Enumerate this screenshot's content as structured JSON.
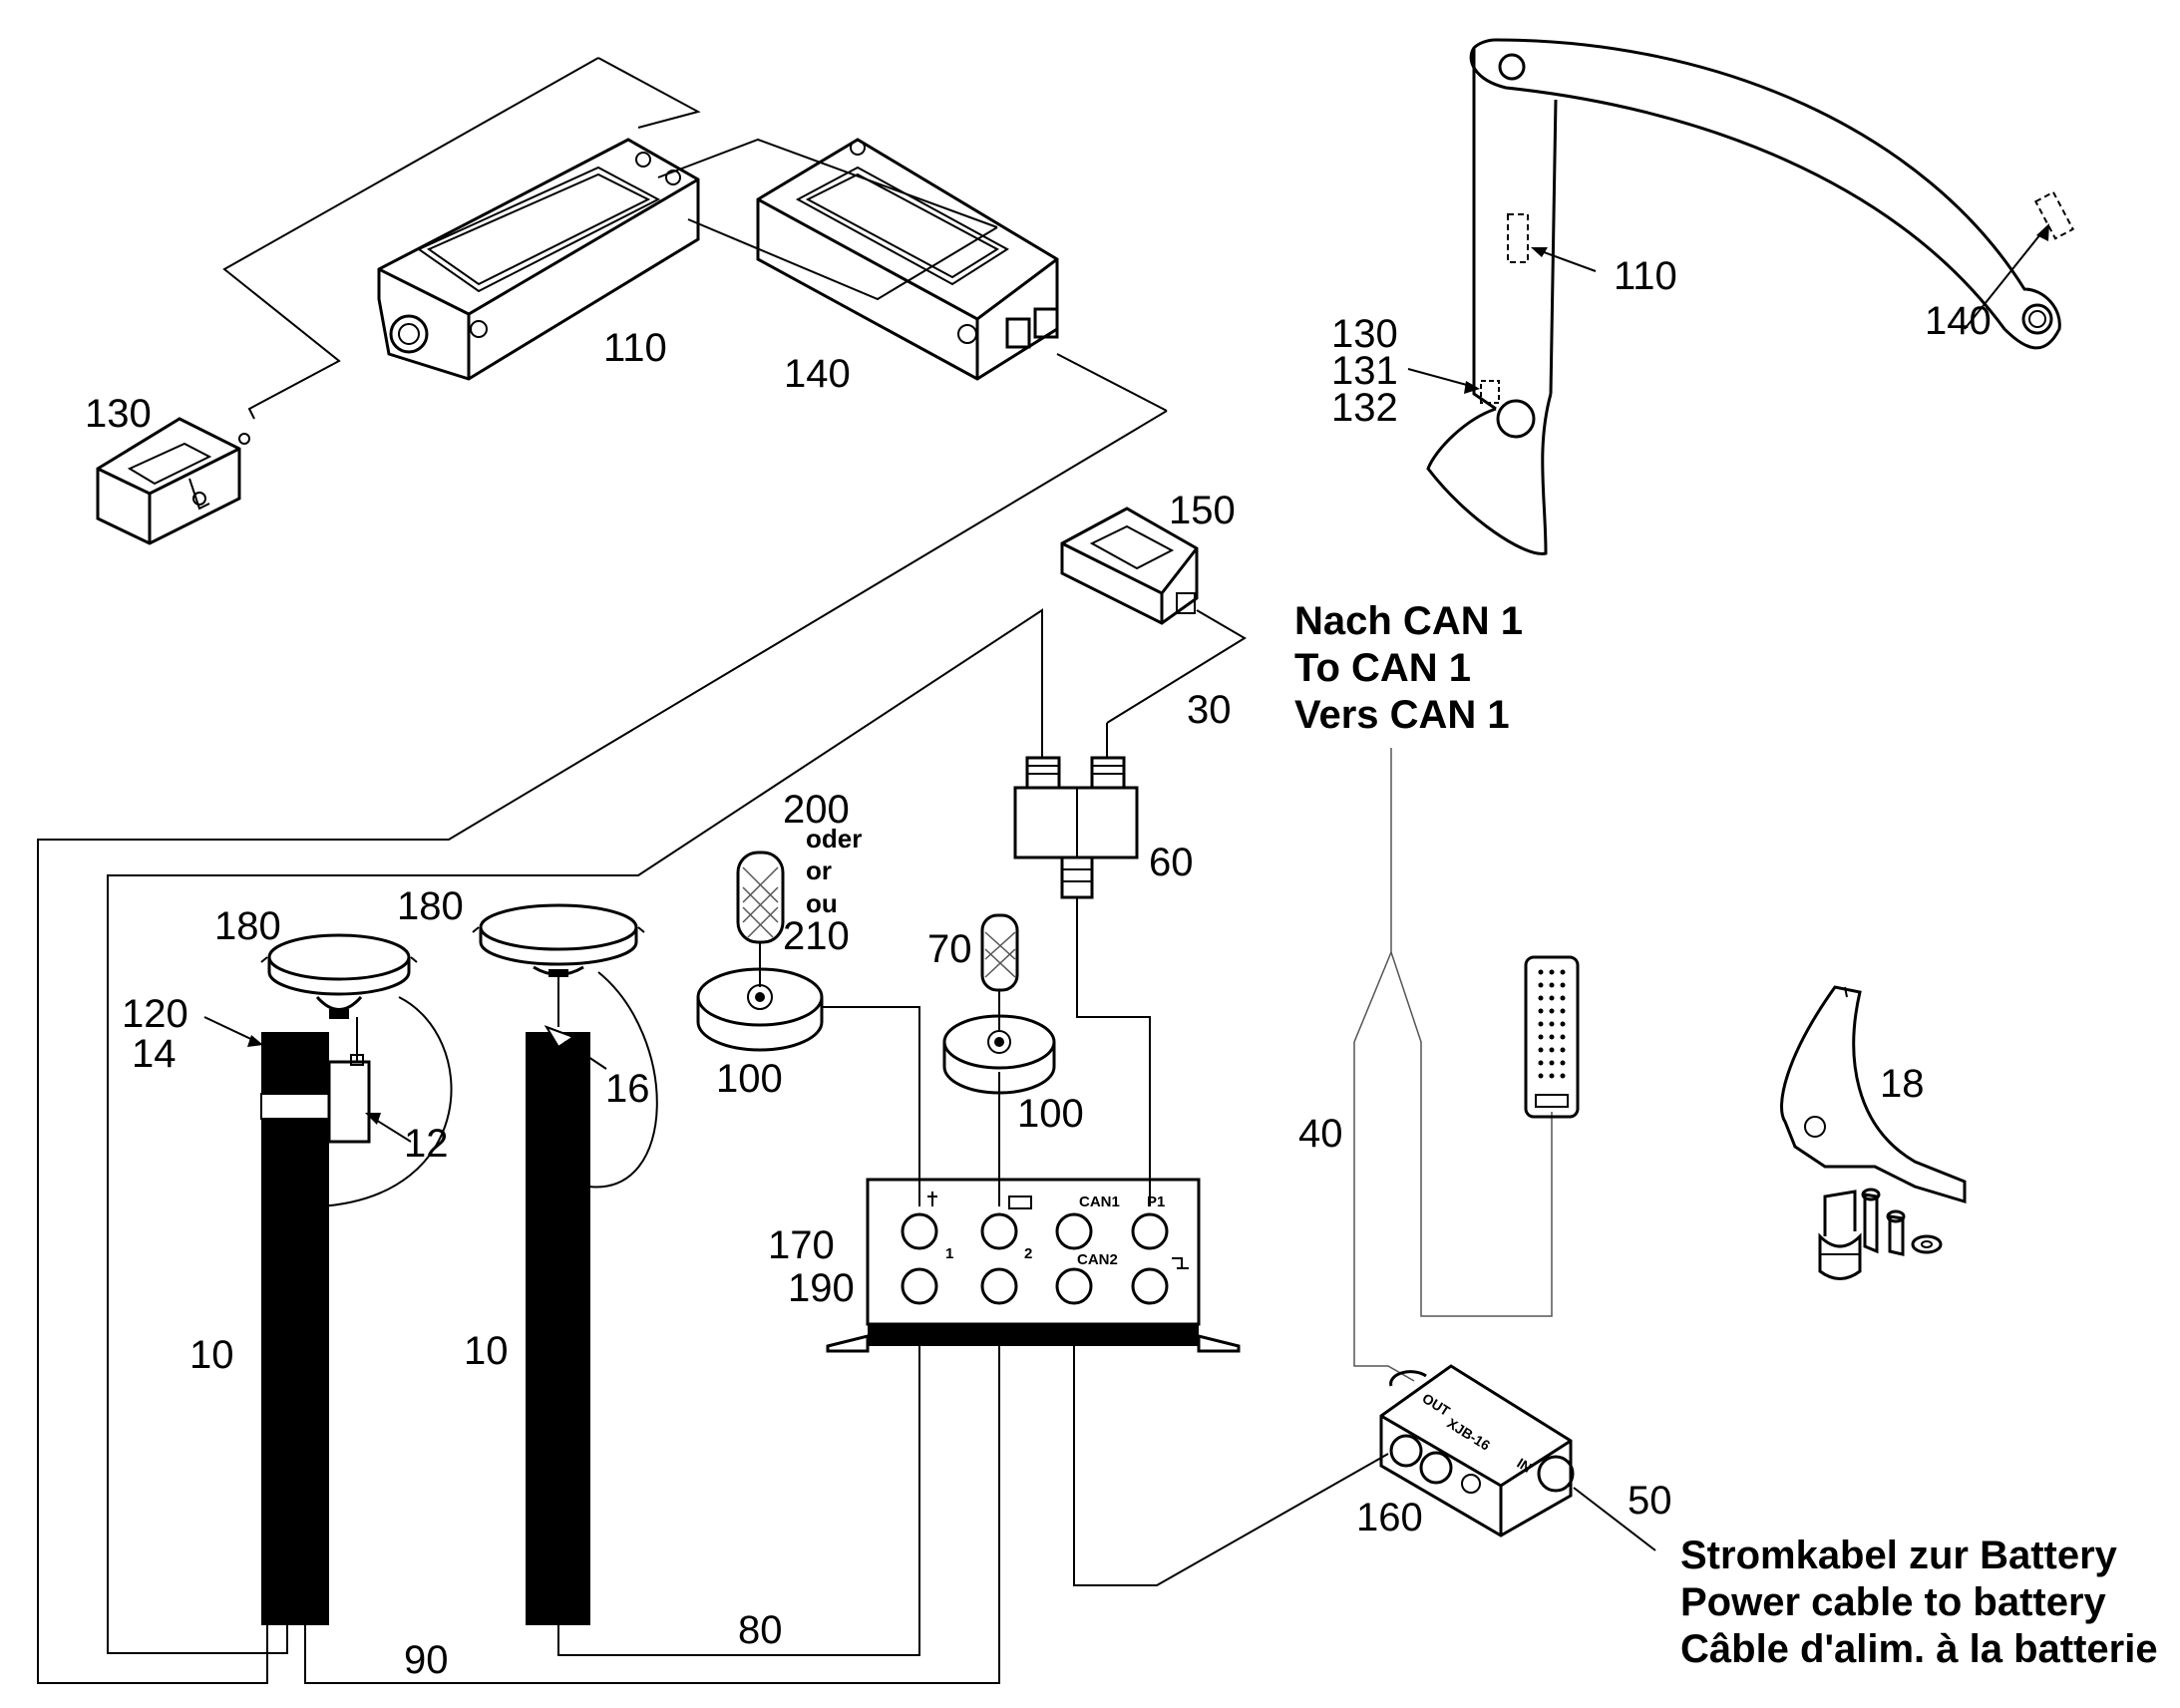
{
  "labels": {
    "sensor_110_top": "110",
    "sensor_140_top": "140",
    "sensor_130_top": "130",
    "sensor_150": "150",
    "arm_110": "110",
    "arm_140": "140",
    "arm_130": "130",
    "arm_131": "131",
    "arm_132": "132",
    "cable_30": "30",
    "splitter_60": "60",
    "antenna_200": "200",
    "antenna_oder": "oder",
    "antenna_or": "or",
    "antenna_ou": "ou",
    "antenna_210": "210",
    "antenna_70": "70",
    "base_100_left": "100",
    "base_100_right": "100",
    "gnss_180_left": "180",
    "gnss_180_right": "180",
    "mast_120": "120",
    "mast_14": "14",
    "clamp_12": "12",
    "clamp_16": "16",
    "mast_10_left": "10",
    "mast_10_right": "10",
    "box_170": "170",
    "box_190": "190",
    "cable_80": "80",
    "cable_90": "90",
    "cable_40": "40",
    "junction_160": "160",
    "cable_50": "50",
    "bracket_18": "18"
  },
  "can_note": {
    "line1": "Nach CAN 1",
    "line2": "To CAN 1",
    "line3": "Vers CAN 1"
  },
  "power_note": {
    "line1": "Stromkabel zur Battery",
    "line2": "Power cable to battery",
    "line3": "Câble d'alim. à la batterie"
  },
  "control_box_ports": {
    "can1": "CAN1",
    "p1": "P1",
    "can2": "CAN2",
    "port_1": "1",
    "port_2": "2"
  },
  "junction_box": {
    "out": "OUT",
    "model": "XJB-16",
    "in": "IN"
  }
}
